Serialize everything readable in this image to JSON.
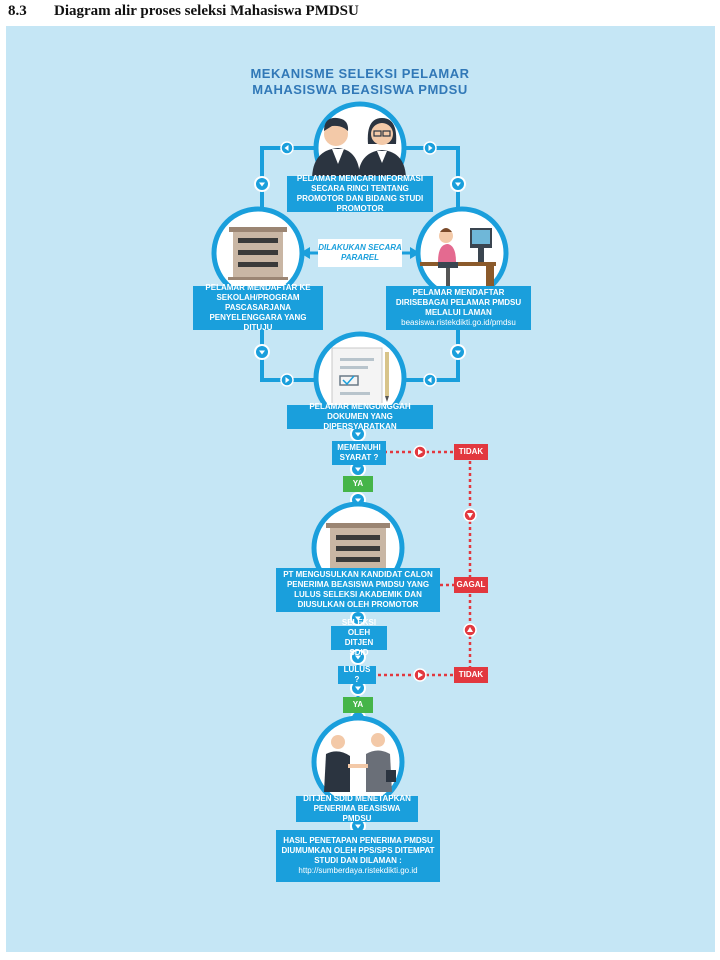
{
  "section": {
    "number": "8.3",
    "title": "Diagram alir proses seleksi Mahasiswa PMDSU"
  },
  "diagram": {
    "title_line1": "MEKANISME SELEKSI PELAMAR",
    "title_line2": "MAHASISWA BEASISWA PMDSU",
    "parallel_label": "DILAKUKAN SECARA PARAREL",
    "steps": {
      "search_info": "PELAMAR MENCARI INFORMASI SECARA RINCI TENTANG PROMOTOR DAN BIDANG STUDI PROMOTOR",
      "register_school": "PELAMAR MENDAFTAR KE SEKOLAH/PROGRAM PASCASARJANA PENYELENGGARA YANG DITUJU",
      "register_self": "PELAMAR MENDAFTAR DIRISEBAGAI PELAMAR PMDSU MELALUI LAMAN",
      "register_self_url": "beasiswa.ristekdikti.go.id/pmdsu",
      "upload_docs": "PELAMAR MENGUNGGAH DOKUMEN YANG DIPERSYARATKAN",
      "meets_req": "MEMENUHI SYARAT ?",
      "propose": "PT MENGUSULKAN KANDIDAT CALON PENERIMA BEASISWA PMDSU YANG LULUS SELEKSI AKADEMIK DAN DIUSULKAN OLEH PROMOTOR",
      "selection": "SELEKSI OLEH DITJEN SDID",
      "pass": "LULUS ?",
      "decide": "DITJEN SDID MENETAPKAN PENERIMA BEASISWA PMDSU",
      "announce": "HASIL PENETAPAN PENERIMA PMDSU DIUMUMKAN OLEH PPS/SPS DITEMPAT STUDI DAN DILAMAN :",
      "announce_url": "http://sumberdaya.ristekdikti.go.id"
    },
    "labels": {
      "yes": "YA",
      "no": "TIDAK",
      "fail": "GAGAL"
    },
    "colors": {
      "background": "#c5e6f5",
      "primary": "#1a9fdc",
      "title": "#3178b7",
      "no": "#e2383f",
      "yes": "#45b549"
    },
    "icons": [
      "people-icon",
      "building-icon",
      "desk-worker-icon",
      "document-icon",
      "handshake-icon"
    ]
  }
}
